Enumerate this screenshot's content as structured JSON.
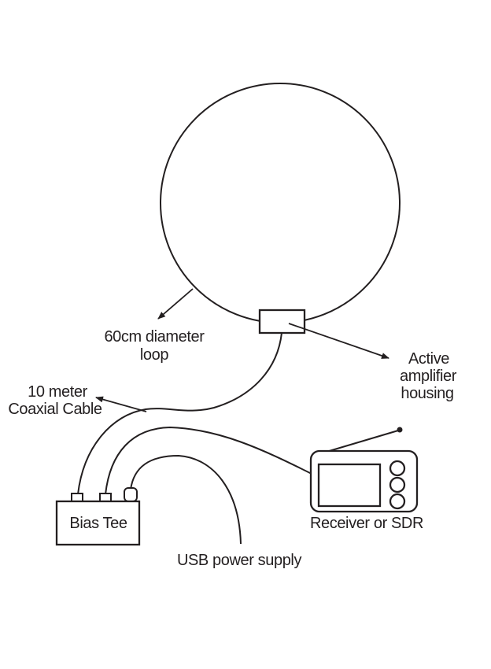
{
  "diagram": {
    "description": "Wiring diagram of a 60cm active magnetic loop antenna connected via bias tee to a receiver and USB power",
    "colors": {
      "stroke": "#231f20",
      "background": "#ffffff"
    },
    "labels": {
      "loop_line1": "60cm diameter",
      "loop_line2": "loop",
      "coax_line1": "10 meter",
      "coax_line2": "Coaxial Cable",
      "amp_line1": "Active",
      "amp_line2": "amplifier",
      "amp_line3": "housing",
      "bias_tee": "Bias Tee",
      "receiver": "Receiver or SDR",
      "usb_power": "USB power supply"
    },
    "components": {
      "loop_antenna": "circular wire loop",
      "amplifier_housing": "small box at bottom of loop",
      "bias_tee_ports": 3,
      "receiver_knobs": 3,
      "receiver_has_antenna": true,
      "cables": [
        "coaxial cable to amplifier",
        "cable to receiver",
        "USB power cable"
      ]
    }
  }
}
